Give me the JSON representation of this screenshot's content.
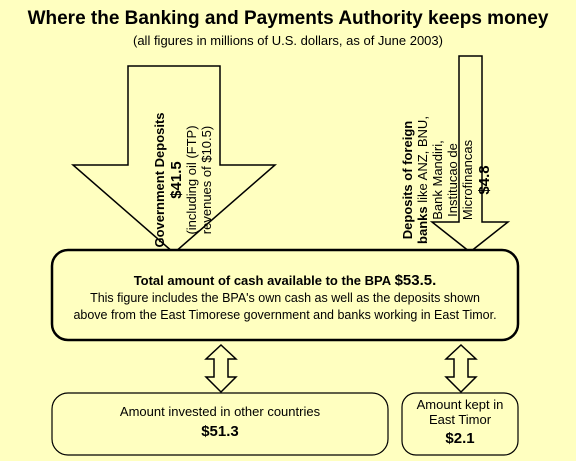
{
  "title": "Where the Banking and Payments Authority keeps money",
  "subtitle": "(all figures in millions of U.S. dollars, as of June 2003)",
  "government": {
    "label": "Government Deposits",
    "amount": "$41.5",
    "note_line1": "(including oil (FTP)",
    "note_line2": "revenues of $10.5)"
  },
  "foreign_banks": {
    "label_line1": "Deposits of foreign",
    "label_line2_bold": "banks",
    "label_line2_rest": " like ANZ, BNU,",
    "line3": "Bank Mandiri,",
    "line4": "Institucao de",
    "line5": "Microfinancas",
    "amount": "$4.8"
  },
  "total": {
    "lead": "Total amount of cash available to the BPA",
    "amount": "$53.5.",
    "line2": "This figure includes the BPA's own cash as well as the deposits shown",
    "line3": "above from the East Timorese government and banks working in East Timor."
  },
  "invested": {
    "label": "Amount invested in other countries",
    "amount": "$51.3"
  },
  "kept": {
    "label_line1": "Amount kept in",
    "label_line2": "East Timor",
    "amount": "$2.1"
  },
  "colors": {
    "background": "#ffffc0",
    "stroke": "#000000"
  }
}
